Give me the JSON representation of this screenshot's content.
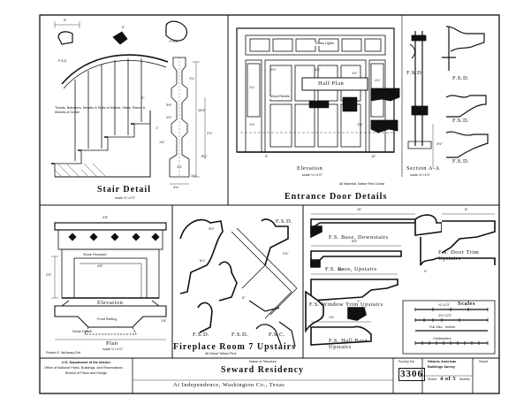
{
  "stair_detail": {
    "title": "Stair Detail",
    "scale": "scale ¾\"=1'0\"",
    "note": "Treads, Balusters, Newels & Rails of Walnut, Skirts, Risers & Moulds of Cedar",
    "profile_label": "F.S.D.",
    "dims": [
      "6\"",
      "5\"",
      "1¼\"",
      "10½\"",
      "1½\"",
      "3½\"",
      "1¾\"",
      "2⅞\"",
      "8¼\"",
      "3¾\"",
      "6\"",
      "1\"",
      "1½\"",
      "1¾\""
    ]
  },
  "entrance_door": {
    "title": "Entrance Door Details",
    "elevation_label": "Elevation",
    "elevation_scale": "scale ¾\"=1'0\"",
    "note": "All Material, Native Red Cedar",
    "half_plan": "Half Plan",
    "glass_lights": "Glass Lights",
    "wood_panels": "Wood Panels",
    "section_label": "Section A-A",
    "section_scale": "scale ¾\"=1'0\"",
    "profiles": [
      "F.S.D.",
      "F.S.D.",
      "F.S.D.",
      "F.S.D."
    ],
    "dims": [
      "1¼\"",
      "1¾\"",
      "2⅛\"",
      "4⅞\"",
      "1⅛\"",
      "1¾\"",
      "1¼\"",
      "5\"",
      "10\"",
      "2½\""
    ]
  },
  "fireplace": {
    "title": "Fireplace Room 7 Upstairs",
    "elevation": "Elevation",
    "plan": "Plan",
    "plan_scale": "scale ¾\"=1'0\"",
    "stone_fireplace": "Stone Fireplace",
    "hearth": "Stone Hearth",
    "front_hearth": "Front Setting",
    "wood_note": "All Wood Yellow Pine",
    "delineator": "Robert E. McNeary Del.",
    "profiles": [
      "F.S.D.",
      "F.S.D.",
      "F.S.C.",
      "F.S.D."
    ],
    "dims": [
      "4'6\"",
      "4'8\"",
      "2'6\"",
      "1'8\"",
      "6¼\"",
      "5\"",
      "3½\"",
      "2⅜\""
    ]
  },
  "mouldings": {
    "items": [
      "F.S. Base, Downstairs",
      "F.S. Door Trim Upstairs",
      "F.S. Base, Upstairs",
      "F.S. Window Trim Upstairs",
      "F.S. Hall Base Upstairs"
    ],
    "dims": [
      "10\"",
      "8\"",
      "5½\"",
      "3½\"",
      "1⅝\"",
      "1\"",
      "9\""
    ]
  },
  "scales": {
    "title": "Scales",
    "rows": [
      "¾\"=1'0\"",
      "1½\"=1'0\"",
      "Full Size - Inches",
      "Centimeters"
    ]
  },
  "title_block": {
    "agency_lines": [
      "U.S. Department of the Interior",
      "Office of National Parks, Buildings, and Reservations",
      "Branch of Plans and Design"
    ],
    "name_label": "Name of Structure",
    "building_name": "Seward Residency",
    "location": "At Independence, Washington Co., Texas",
    "survey_label": "Survey No.",
    "survey_number": "3306",
    "survey_title": [
      "Historic American",
      "Buildings Survey"
    ],
    "sheet_label": "Sheet",
    "sheet_of": "4 of 5",
    "sheet_suffix": "Sheets"
  }
}
